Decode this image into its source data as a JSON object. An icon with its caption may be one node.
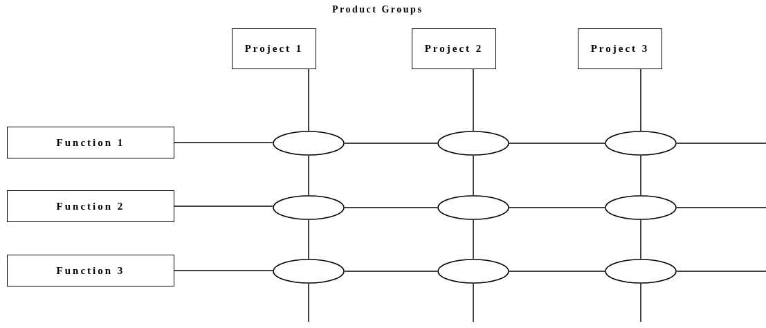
{
  "diagram": {
    "title": "Product Groups",
    "nodes": [
      {
        "text": [
          "Project 1"
        ]
      },
      {
        "text": [
          "Project 2"
        ]
      },
      {
        "text": [
          "Project 3"
        ]
      },
      {
        "text": [
          "Function 1"
        ]
      },
      {
        "text": [],
        "shape": "ellipse"
      },
      {
        "text": [],
        "shape": "ellipse"
      },
      {
        "text": [],
        "shape": "ellipse"
      },
      {
        "text": [
          "Function 2"
        ]
      },
      {
        "text": [],
        "shape": "ellipse"
      },
      {
        "text": [],
        "shape": "ellipse"
      },
      {
        "text": [],
        "shape": "ellipse"
      },
      {
        "text": [
          "Function 3"
        ]
      },
      {
        "text": [],
        "shape": "ellipse"
      },
      {
        "text": [],
        "shape": "ellipse"
      },
      {
        "text": [],
        "shape": "ellipse"
      }
    ],
    "edges": [
      {
        "from": 3,
        "to": 4,
        "arrow": "none"
      },
      {
        "from": 4,
        "to": 5,
        "arrow": "none"
      },
      {
        "from": 5,
        "to": 6,
        "arrow": "none"
      },
      {
        "from": 6,
        "to": null,
        "arrow": "none"
      },
      {
        "from": 7,
        "to": 8,
        "arrow": "none"
      },
      {
        "from": 8,
        "to": 9,
        "arrow": "none"
      },
      {
        "from": 9,
        "to": 10,
        "arrow": "none"
      },
      {
        "from": 10,
        "to": null,
        "arrow": "none"
      },
      {
        "from": 11,
        "to": 12,
        "arrow": "none"
      },
      {
        "from": 12,
        "to": 13,
        "arrow": "none"
      },
      {
        "from": 13,
        "to": 14,
        "arrow": "none"
      },
      {
        "from": 14,
        "to": null,
        "arrow": "none"
      },
      {
        "from": 0,
        "to": 4,
        "arrow": "none"
      },
      {
        "from": 4,
        "to": 8,
        "arrow": "none"
      },
      {
        "from": 8,
        "to": 12,
        "arrow": "none"
      },
      {
        "from": 12,
        "to": null,
        "arrow": "none"
      },
      {
        "from": 1,
        "to": 5,
        "arrow": "none"
      },
      {
        "from": 5,
        "to": 9,
        "arrow": "none"
      },
      {
        "from": 9,
        "to": 13,
        "arrow": "none"
      },
      {
        "from": 13,
        "to": null,
        "arrow": "none"
      },
      {
        "from": 2,
        "to": 6,
        "arrow": "none"
      },
      {
        "from": 6,
        "to": 10,
        "arrow": "none"
      },
      {
        "from": 10,
        "to": 14,
        "arrow": "none"
      },
      {
        "from": 14,
        "to": null,
        "arrow": "none"
      }
    ]
  }
}
